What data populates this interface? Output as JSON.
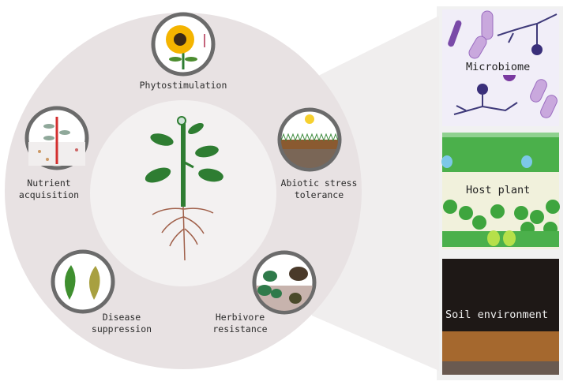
{
  "functions": [
    {
      "id": "phytostimulation",
      "label": "Phytostimulation"
    },
    {
      "id": "nutrient",
      "label": "Nutrient\nacquisition"
    },
    {
      "id": "abiotic",
      "label": "Abiotic stress\ntolerance"
    },
    {
      "id": "disease",
      "label": "Disease\nsuppression"
    },
    {
      "id": "herbivore",
      "label": "Herbivore\nresistance"
    }
  ],
  "panels": {
    "microbiome": "Microbiome",
    "host_plant": "Host plant",
    "soil": "Soil environment"
  },
  "colors": {
    "ring": "#e8e2e3",
    "inner": "#f3f1f1",
    "icon_border": "#6b6b6b",
    "plant_green": "#2e7d32",
    "root": "#a0604a"
  }
}
